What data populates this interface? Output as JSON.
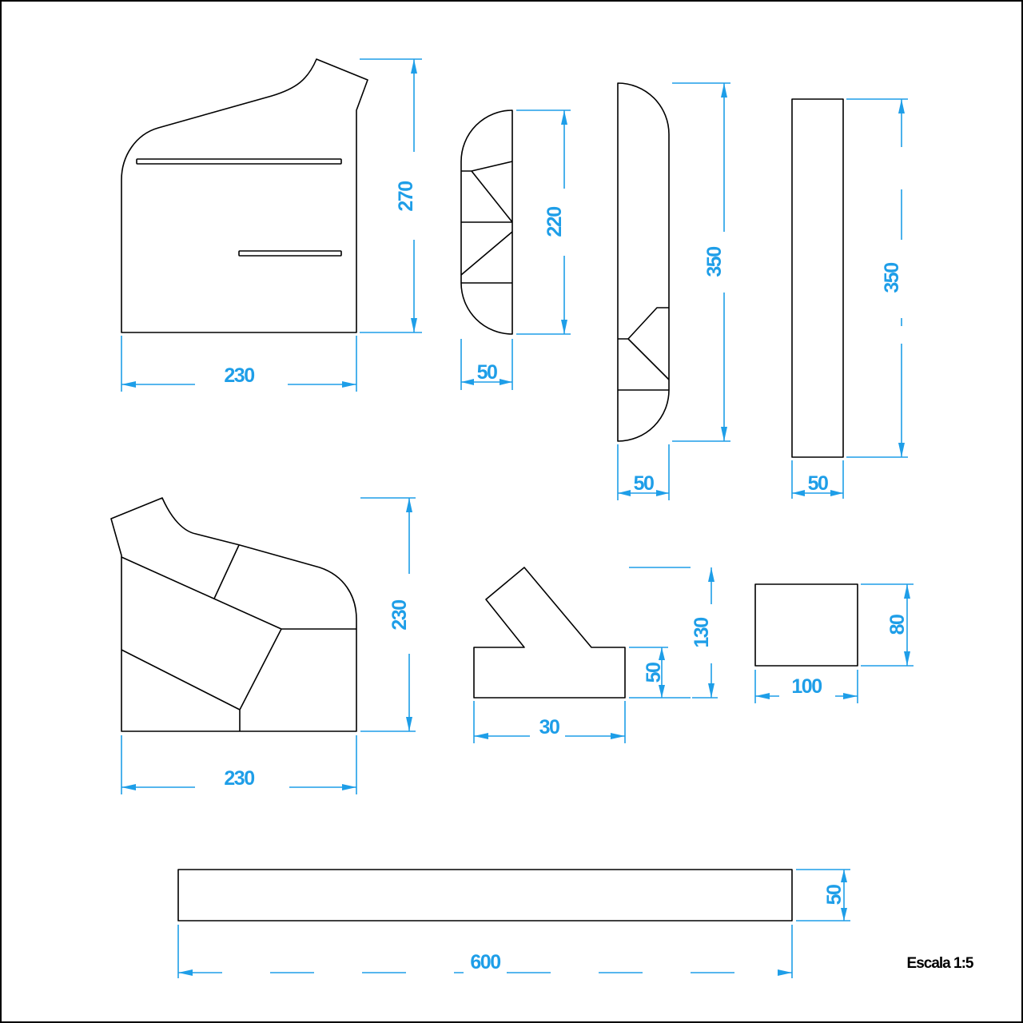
{
  "drawing": {
    "scale_label": "Escala 1:5",
    "line_color": "#000000",
    "dimension_color": "#1e9ee8"
  },
  "dimensions": {
    "piece1_width": "230",
    "piece1_height": "270",
    "piece2_width": "50",
    "piece2_height": "220",
    "piece3_width": "50",
    "piece3_height": "350",
    "piece4_width": "50",
    "piece4_height": "350",
    "piece5_width": "230",
    "piece5_height": "230",
    "piece6_width": "30",
    "piece6_height_small": "50",
    "piece6_height_total": "130",
    "piece7_width": "100",
    "piece7_height": "80",
    "piece8_width": "600",
    "piece8_height": "50"
  }
}
